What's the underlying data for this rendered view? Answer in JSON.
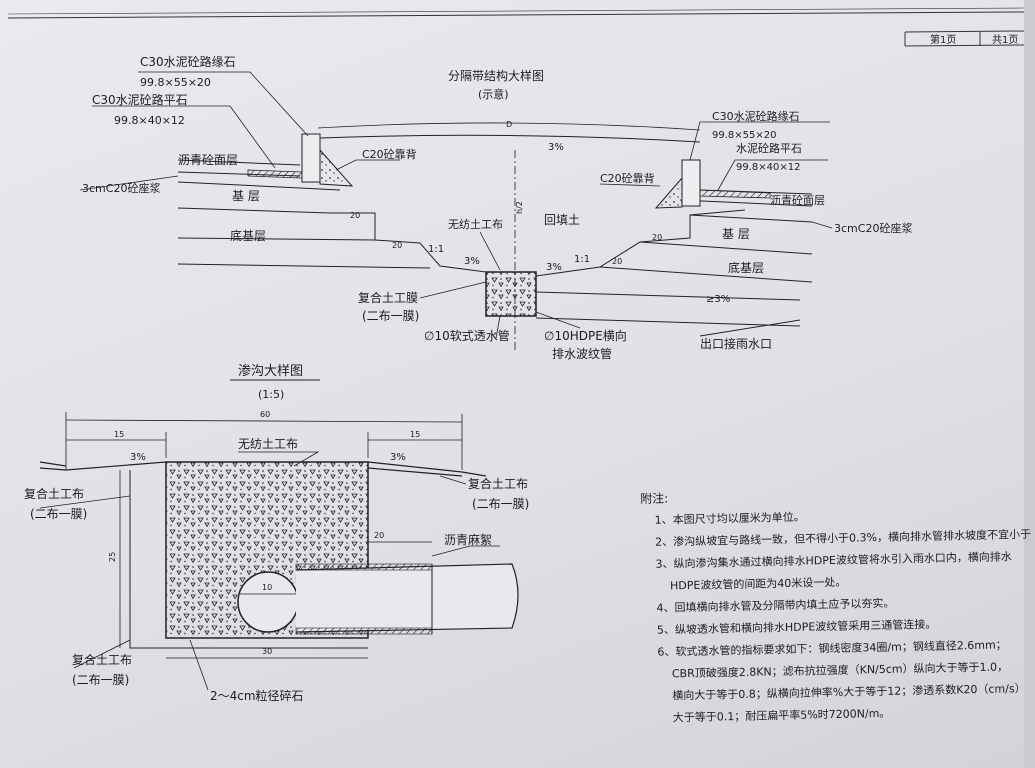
{
  "page_tab": {
    "page": "第1页",
    "total": "共1页"
  },
  "divider_detail": {
    "title": "分隔带结构大样图",
    "subtitle": "(示意)",
    "dim_D": "D",
    "dim_h": "h/2",
    "left": {
      "curb_name": "C30水泥砼路缘石",
      "curb_size": "99.8×55×20",
      "flat_name": "C30水泥砼路平石",
      "flat_size": "99.8×40×12",
      "asphalt": "沥青砼面层",
      "mortar": "3cmC20砼座浆",
      "base": "基  层",
      "subbase": "底基层",
      "backing": "C20砼靠背"
    },
    "right": {
      "curb_name": "C30水泥砼路缘石",
      "curb_size": "99.8×55×20",
      "flat_name": "水泥砼路平石",
      "flat_size": "99.8×40×12",
      "asphalt": "沥青砼面层",
      "mortar": "3cmC20砼座浆",
      "base": "基  层",
      "subbase": "底基层",
      "backing": "C20砼靠背"
    },
    "slope_3": "3%",
    "slope_ge3": "≥3%",
    "step_20": "20",
    "slope_11": "1:1",
    "backfill": "回填土",
    "nonwoven": "无纺土工布",
    "composite_1": "复合土工膜",
    "composite_2": "(二布一膜)",
    "soft_pipe": "∅10软式透水管",
    "hdpe_1": "∅10HDPE横向",
    "hdpe_2": "排水波纹管",
    "outlet": "出口接雨水口"
  },
  "trench_detail": {
    "title": "渗沟大样图",
    "scale": "(1:5)",
    "dim_60": "60",
    "dim_15": "15",
    "dim_25": "25",
    "dim_30": "30",
    "dim_20": "20",
    "dim_10": "10",
    "slope": "3%",
    "nonwoven": "无纺土工布",
    "composite_1": "复合土工布",
    "composite_2": "(二布一膜)",
    "asphalt_hemp": "沥青麻絮",
    "gravel": "2～4cm粒径碎石"
  },
  "notes": {
    "title": "附注:",
    "items": [
      "1、本图尺寸均以厘米为单位。",
      "2、渗沟纵坡宜与路线一致，但不得小于0.3%，横向排水管排水坡度不宜小于",
      "3、纵向渗沟集水通过横向排水HDPE波纹管将水引入雨水口内，横向排水",
      "HDPE波纹管的间距为40米设一处。",
      "4、回填横向排水管及分隔带内填土应予以夯实。",
      "5、纵坡透水管和横向排水HDPE波纹管采用三通管连接。",
      "6、软式透水管的指标要求如下：钢线密度34圈/m；钢线直径2.6mm；",
      "CBR顶破强度2.8KN；滤布抗拉强度（KN/5cm）纵向大于等于1.0，",
      "横向大于等于0.8；纵横向拉伸率%大于等于12；渗透系数K20（cm/s）",
      "大于等于0.1；耐压扁平率5%时7200N/m。"
    ]
  }
}
